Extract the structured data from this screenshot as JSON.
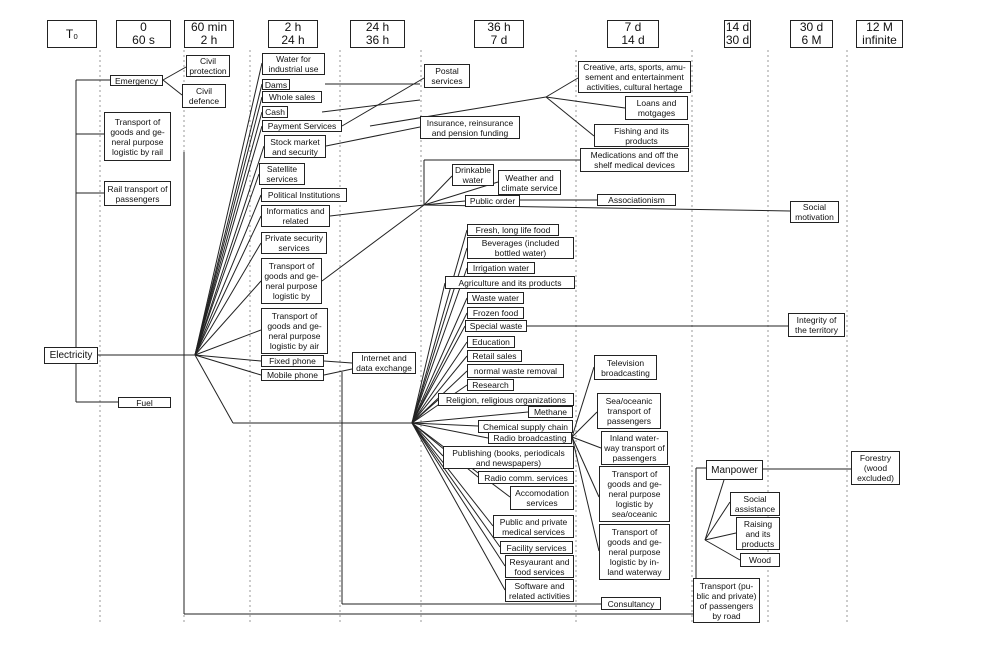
{
  "time_columns": [
    {
      "top": "T₀",
      "bottom": ""
    },
    {
      "top": "0",
      "bottom": "60 s"
    },
    {
      "top": "60 min",
      "bottom": "2 h"
    },
    {
      "top": "2 h",
      "bottom": "24 h"
    },
    {
      "top": "24 h",
      "bottom": "36 h"
    },
    {
      "top": "36 h",
      "bottom": "7 d"
    },
    {
      "top": "7 d",
      "bottom": "14 d"
    },
    {
      "top": "14 d",
      "bottom": "30 d"
    },
    {
      "top": "30 d",
      "bottom": "6 M"
    },
    {
      "top": "12 M",
      "bottom": "infinite"
    }
  ],
  "nodes": {
    "electricity": "Electricity",
    "emergency": "Emergency",
    "civil_protection": "Civil protection",
    "civil_defence": "Civil defence",
    "transport_rail": "Transport of goods and ge-neral purpose logistic by rail",
    "rail_passengers": "Rail transport of passengers",
    "fuel": "Fuel",
    "water_industrial": "Water for industrial use",
    "dams": "Dams",
    "whole_sales": "Whole sales",
    "cash": "Cash",
    "payment_services": "Payment Services",
    "stock_market": "Stock market and security",
    "satellite": "Satellite services",
    "political": "Political Institutions",
    "informatics": "Informatics and related",
    "private_security": "Private security services",
    "transport_by": "Transport of goods and ge-neral purpose logistic by",
    "transport_air": "Transport of goods and ge-neral purpose logistic by air",
    "fixed_phone": "Fixed phone",
    "mobile_phone": "Mobile phone",
    "internet": "Internet and data exchange",
    "postal": "Postal services",
    "insurance": "Insurance, reinsurance and pension funding",
    "drinkable": "Drinkable water",
    "weather": "Weather and climate service",
    "public_order": "Public order",
    "fresh_food": "Fresh, long life food",
    "beverages": "Beverages (included bottled water)",
    "irrigation": "Irrigation water",
    "agriculture": "Agriculture and its products",
    "waste_water": "Waste water",
    "frozen_food": "Frozen food",
    "special_waste": "Special waste",
    "education": "Education",
    "retail": "Retail sales",
    "normal_waste": "normal waste removal",
    "research": "Research",
    "religion": "Religion, religious organizations",
    "methane": "Methane",
    "chemical": "Chemical supply chain",
    "radio_broadcasting": "Radio broadcasting",
    "publishing": "Publishing (books, periodicals and newspapers)",
    "radio_comm": "Radio comm. services",
    "accomodation": "Accomodation services",
    "public_medical": "Public and private medical services",
    "facility": "Facility services",
    "restaurant": "Resyaurant and food services",
    "software": "Software and related activities",
    "consultancy": "Consultancy",
    "creative": "Creative, arts, sports, amu-sement and entertainment activities, cultural hertage",
    "loans": "Loans and motgages",
    "fishing": "Fishing and its products",
    "medications": "Medications and off the shelf medical devices",
    "associationism": "Associationism",
    "television": "Television broadcasting",
    "sea_passengers": "Sea/oceanic transport of passengers",
    "inland_passengers": "Inland water-way transport of passengers",
    "transport_sea": "Transport of goods and ge-neral purpose logistic by sea/oceanic",
    "transport_inland": "Transport of goods and ge-neral purpose logistic by in-land waterway",
    "manpower": "Manpower",
    "social_assistance": "Social assistance",
    "raising": "Raising and its products",
    "wood": "Wood",
    "transport_road": "Transport (pu-blic and private) of passengers by road",
    "social_motivation": "Social motivation",
    "integrity": "Integrity of the territory",
    "forestry": "Forestry (wood excluded)"
  }
}
